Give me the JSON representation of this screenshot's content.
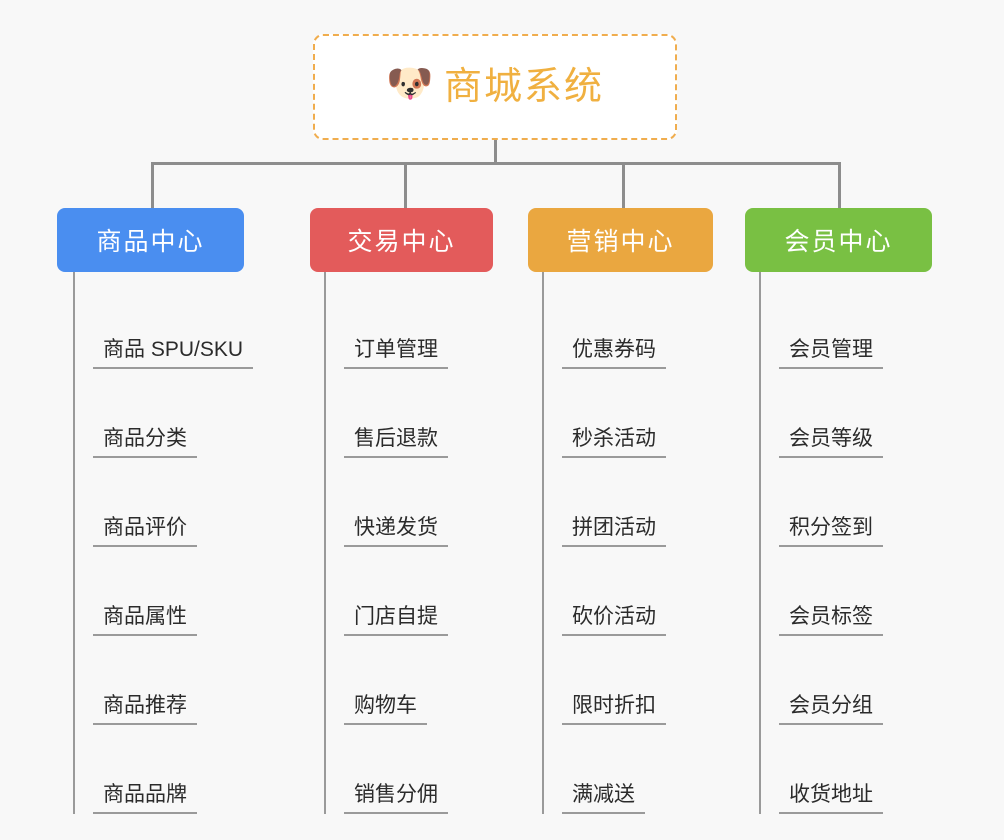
{
  "page": {
    "background_color": "#f8f8f8",
    "type": "mind-map"
  },
  "root": {
    "title": "商城系统",
    "icon": "🐶",
    "icon_name": "shiba-dog-icon",
    "border_color": "#f0ad4e",
    "text_color": "#f0b040",
    "background_color": "#ffffff"
  },
  "branches": [
    {
      "label": "商品中心",
      "color": "#4a8ef0",
      "children": [
        {
          "label": "商品 SPU/SKU"
        },
        {
          "label": "商品分类"
        },
        {
          "label": "商品评价"
        },
        {
          "label": "商品属性"
        },
        {
          "label": "商品推荐"
        },
        {
          "label": "商品品牌"
        }
      ]
    },
    {
      "label": "交易中心",
      "color": "#e35b5b",
      "children": [
        {
          "label": "订单管理"
        },
        {
          "label": "售后退款"
        },
        {
          "label": "快递发货"
        },
        {
          "label": "门店自提"
        },
        {
          "label": "购物车"
        },
        {
          "label": "销售分佣"
        }
      ]
    },
    {
      "label": "营销中心",
      "color": "#eaa740",
      "children": [
        {
          "label": "优惠券码"
        },
        {
          "label": "秒杀活动"
        },
        {
          "label": "拼团活动"
        },
        {
          "label": "砍价活动"
        },
        {
          "label": "限时折扣"
        },
        {
          "label": "满减送"
        }
      ]
    },
    {
      "label": "会员中心",
      "color": "#79c043",
      "children": [
        {
          "label": "会员管理"
        },
        {
          "label": "会员等级"
        },
        {
          "label": "积分签到"
        },
        {
          "label": "会员标签"
        },
        {
          "label": "会员分组"
        },
        {
          "label": "收货地址"
        }
      ]
    }
  ],
  "connector_color": "#8d8d8d"
}
